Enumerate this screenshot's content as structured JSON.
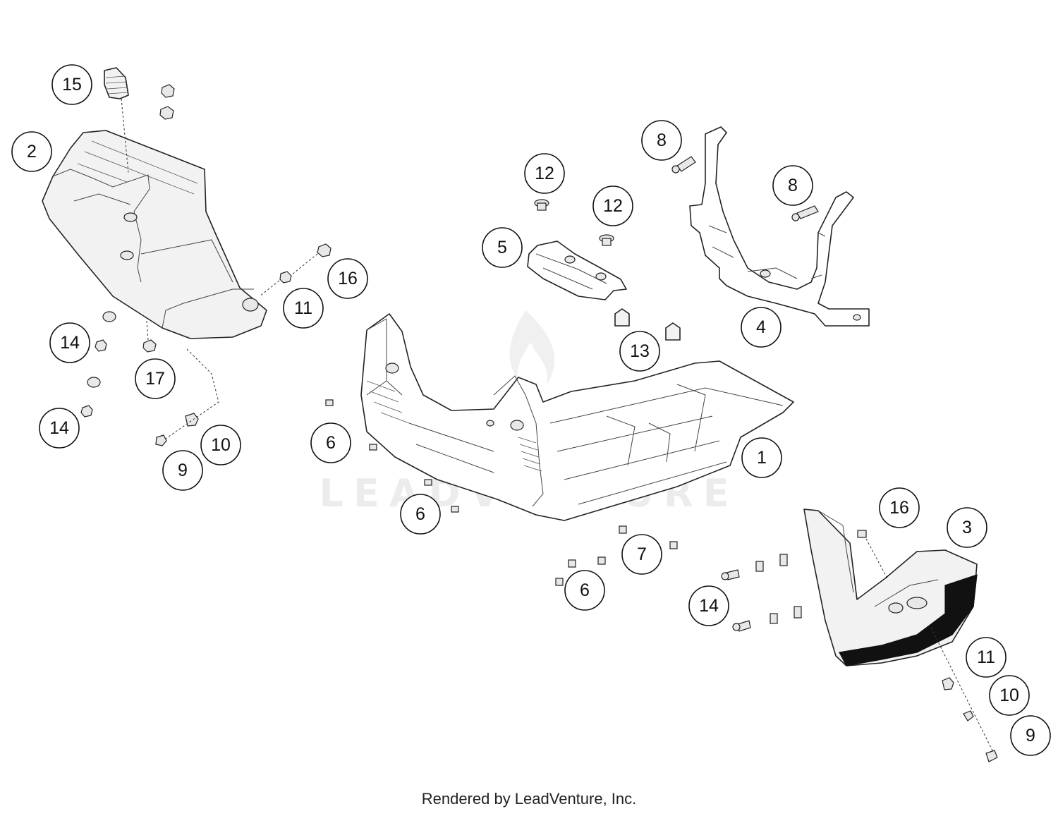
{
  "diagram": {
    "callouts": [
      {
        "id": "c15",
        "label": "15"
      },
      {
        "id": "c2",
        "label": "2"
      },
      {
        "id": "c16a",
        "label": "16"
      },
      {
        "id": "c11a",
        "label": "11"
      },
      {
        "id": "c14a",
        "label": "14"
      },
      {
        "id": "c17",
        "label": "17"
      },
      {
        "id": "c14b",
        "label": "14"
      },
      {
        "id": "c10a",
        "label": "10"
      },
      {
        "id": "c9a",
        "label": "9"
      },
      {
        "id": "c12a",
        "label": "12"
      },
      {
        "id": "c12b",
        "label": "12"
      },
      {
        "id": "c5",
        "label": "5"
      },
      {
        "id": "c8a",
        "label": "8"
      },
      {
        "id": "c8b",
        "label": "8"
      },
      {
        "id": "c4",
        "label": "4"
      },
      {
        "id": "c13",
        "label": "13"
      },
      {
        "id": "c6a",
        "label": "6"
      },
      {
        "id": "c1",
        "label": "1"
      },
      {
        "id": "c6b",
        "label": "6"
      },
      {
        "id": "c7",
        "label": "7"
      },
      {
        "id": "c6c",
        "label": "6"
      },
      {
        "id": "c16b",
        "label": "16"
      },
      {
        "id": "c3",
        "label": "3"
      },
      {
        "id": "c14c",
        "label": "14"
      },
      {
        "id": "c11b",
        "label": "11"
      },
      {
        "id": "c10b",
        "label": "10"
      },
      {
        "id": "c9b",
        "label": "9"
      }
    ],
    "watermark": "LEADVENTURE"
  },
  "footer": {
    "credit": "Rendered by LeadVenture, Inc."
  }
}
